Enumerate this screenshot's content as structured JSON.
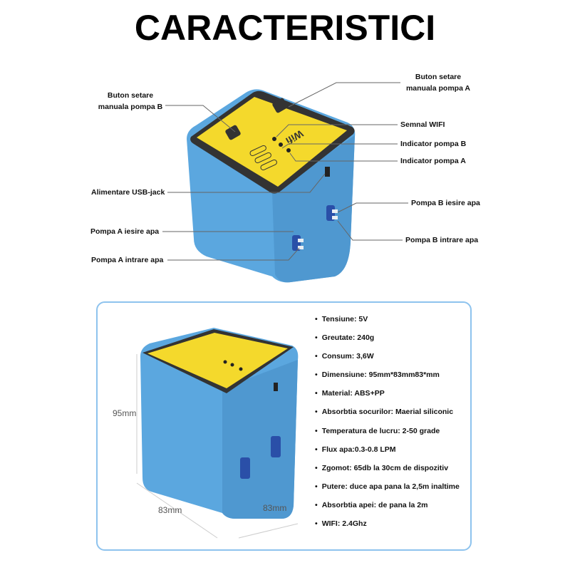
{
  "title": "CARACTERISTICI",
  "callouts": {
    "button_b": [
      "Buton setare",
      "manuala pompa B"
    ],
    "button_a": [
      "Buton setare",
      "manuala pompa A"
    ],
    "wifi_signal": "Semnal WIFI",
    "indicator_b": "Indicator pompa B",
    "indicator_a": "Indicator pompa A",
    "power": "Alimentare USB-jack",
    "pump_b_out": "Pompa B iesire apa",
    "pump_b_in": "Pompa B intrare apa",
    "pump_a_out": "Pompa A iesire apa",
    "pump_a_in": "Pompa A intrare apa"
  },
  "device": {
    "top_label": "Wifi",
    "body_color": "#5ba7df",
    "top_color": "#f4d92c"
  },
  "dimensions": {
    "height": "95mm",
    "width": "83mm",
    "depth": "83mm"
  },
  "specs": [
    "Tensiune: 5V",
    "Greutate: 240g",
    "Consum: 3,6W",
    "Dimensiune: 95mm*83mm83*mm",
    "Material: ABS+PP",
    "Absorbtia socurilor: Maerial siliconic",
    "Temperatura de lucru: 2-50 grade",
    "Flux apa:0.3-0.8 LPM",
    "Zgomot: 65db la 30cm de dispozitiv",
    "Putere: duce apa pana la 2,5m inaltime",
    "Absorbtia apei: de pana la 2m",
    "WIFI: 2.4Ghz"
  ]
}
